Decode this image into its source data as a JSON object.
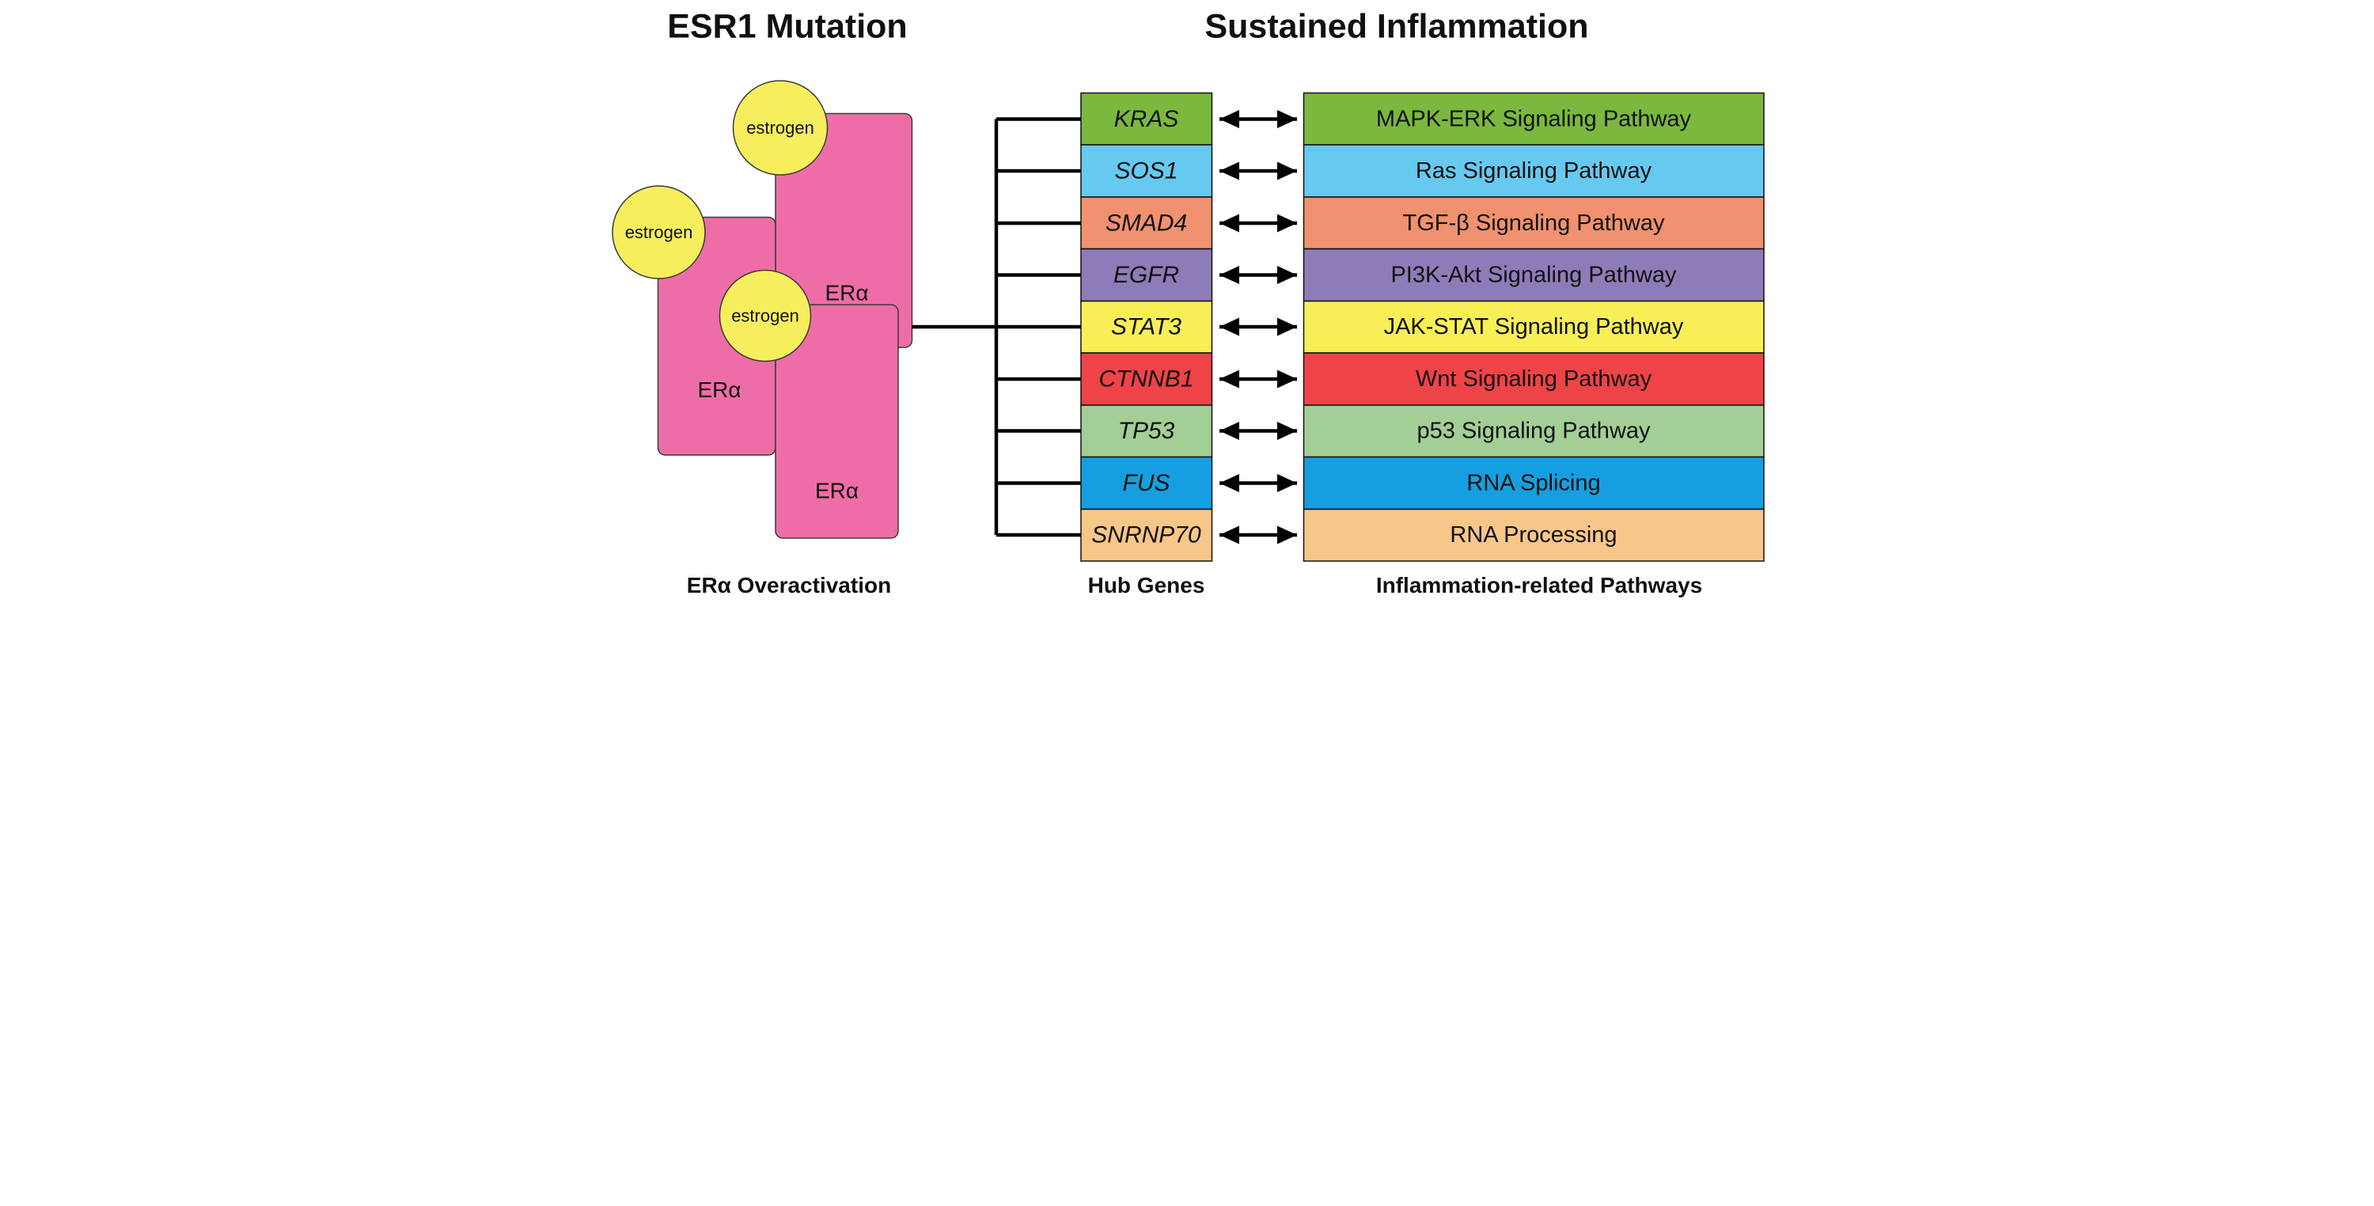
{
  "titles": {
    "left": "ESR1 Mutation",
    "right": "Sustained Inflammation"
  },
  "captions": {
    "left": "ERα Overactivation",
    "genes": "Hub Genes",
    "pathways": "Inflammation-related Pathways"
  },
  "er_diagram": {
    "receptor_label": "ERα",
    "ligand_label": "estrogen",
    "receptor_color": "#ef6da6",
    "ligand_color": "#f7ee5e"
  },
  "rows": [
    {
      "gene": "KRAS",
      "pathway": "MAPK-ERK Signaling Pathway",
      "color": "#7ab83e"
    },
    {
      "gene": "SOS1",
      "pathway": "Ras Signaling Pathway",
      "color": "#66c9ef"
    },
    {
      "gene": "SMAD4",
      "pathway": "TGF-β Signaling Pathway",
      "color": "#f0916f"
    },
    {
      "gene": "EGFR",
      "pathway": "PI3K-Akt Signaling Pathway",
      "color": "#8e7cb8"
    },
    {
      "gene": "STAT3",
      "pathway": "JAK-STAT Signaling Pathway",
      "color": "#f8ef57"
    },
    {
      "gene": "CTNNB1",
      "pathway": "Wnt Signaling Pathway",
      "color": "#ee4347"
    },
    {
      "gene": "TP53",
      "pathway": "p53 Signaling Pathway",
      "color": "#a3ce96"
    },
    {
      "gene": "FUS",
      "pathway": "RNA Splicing",
      "color": "#169fe0"
    },
    {
      "gene": "SNRNP70",
      "pathway": "RNA Processing",
      "color": "#f7c689"
    }
  ]
}
